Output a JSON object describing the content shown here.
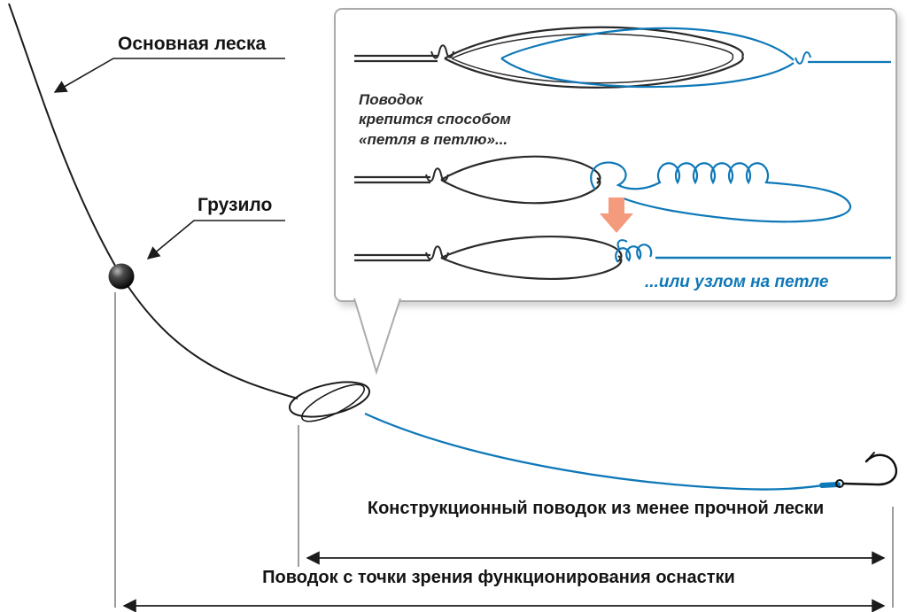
{
  "diagram_title": "Fishing rig: leader attachment methods",
  "callouts": {
    "main_line_label": "Основная леска",
    "sinker_label": "Грузило"
  },
  "inset": {
    "attach_note": "Поводок\nкрепится способом\n«петля в петлю»...",
    "knot_note": "...или узлом на петле"
  },
  "dimensions": {
    "construction_leader": "Конструкционный поводок из менее прочной лески",
    "functional_leader": "Поводок с точки зрения функционирования оснастки"
  },
  "colors": {
    "main_line": "#1b1b1b",
    "leader_blue": "#0e78b8",
    "arrow_orange": "#f49a7d",
    "panel_border": "#ababab"
  }
}
